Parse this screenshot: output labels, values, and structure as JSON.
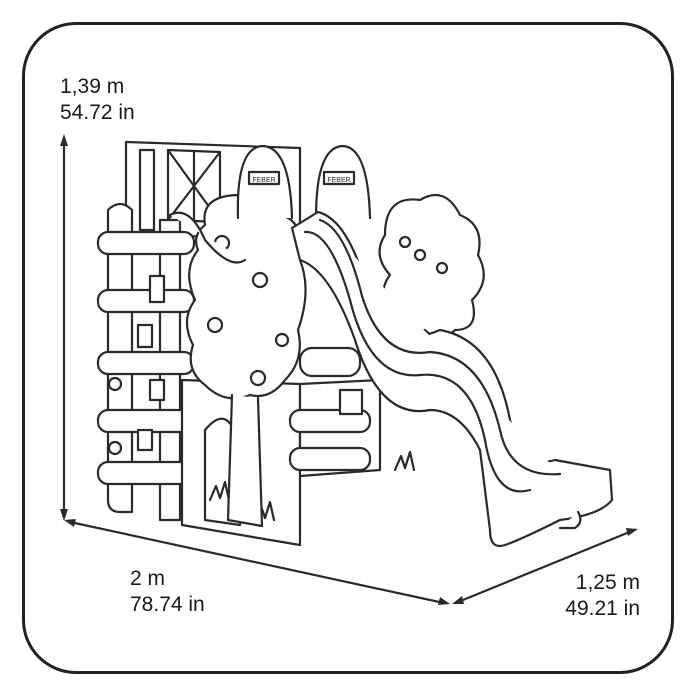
{
  "dimensions": {
    "height": {
      "metric": "1,39 m",
      "imperial": "54.72 in"
    },
    "length": {
      "metric": "2 m",
      "imperial": "78.74 in"
    },
    "depth": {
      "metric": "1,25 m",
      "imperial": "49.21 in"
    }
  },
  "sign_text": "FEBER",
  "colors": {
    "line": "#2a2a2a",
    "fill": "#ffffff",
    "frame": "#222222"
  }
}
